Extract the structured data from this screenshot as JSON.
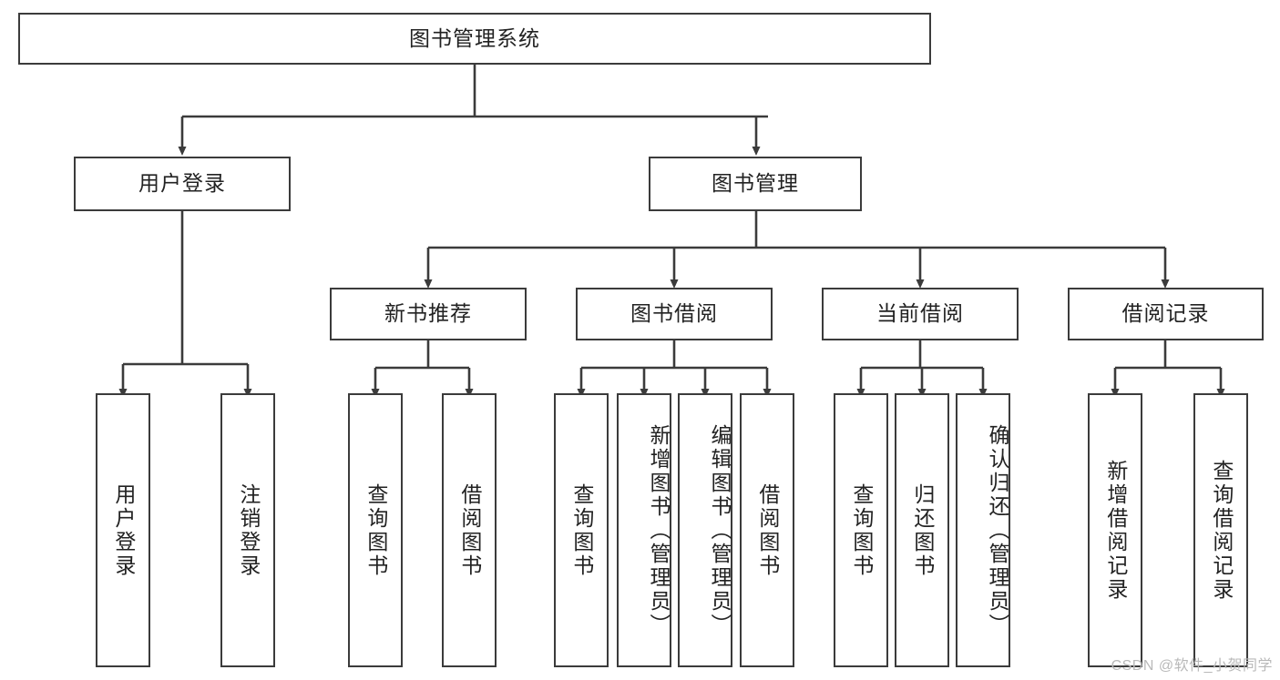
{
  "diagram": {
    "type": "tree-hierarchy-chart",
    "title_node": {
      "label": "图书管理系统"
    },
    "level1": [
      {
        "id": "user-login",
        "label": "用户登录"
      },
      {
        "id": "book-management",
        "label": "图书管理"
      }
    ],
    "level2": [
      {
        "id": "new-book-recommend",
        "label": "新书推荐",
        "parent": "book-management"
      },
      {
        "id": "book-borrow",
        "label": "图书借阅",
        "parent": "book-management"
      },
      {
        "id": "current-borrow",
        "label": "当前借阅",
        "parent": "book-management"
      },
      {
        "id": "borrow-record",
        "label": "借阅记录",
        "parent": "book-management"
      }
    ],
    "leaves": [
      {
        "id": "leaf-user-login",
        "label": "用户登录",
        "parent": "user-login"
      },
      {
        "id": "leaf-logout-login",
        "label": "注销登录",
        "parent": "user-login"
      },
      {
        "id": "leaf-query-book-1",
        "label": "查询图书",
        "parent": "new-book-recommend"
      },
      {
        "id": "leaf-borrow-book-1",
        "label": "借阅图书",
        "parent": "new-book-recommend"
      },
      {
        "id": "leaf-query-book-2",
        "label": "查询图书",
        "parent": "book-borrow"
      },
      {
        "id": "leaf-add-book",
        "label": "新增图书（管理员）",
        "parent": "book-borrow"
      },
      {
        "id": "leaf-edit-book",
        "label": "编辑图书（管理员）",
        "parent": "book-borrow"
      },
      {
        "id": "leaf-borrow-book-2",
        "label": "借阅图书",
        "parent": "book-borrow"
      },
      {
        "id": "leaf-query-book-3",
        "label": "查询图书",
        "parent": "current-borrow"
      },
      {
        "id": "leaf-return-book",
        "label": "归还图书",
        "parent": "current-borrow"
      },
      {
        "id": "leaf-confirm-return",
        "label": "确认归还（管理员）",
        "parent": "current-borrow"
      },
      {
        "id": "leaf-add-record",
        "label": "新增借阅记录",
        "parent": "borrow-record"
      },
      {
        "id": "leaf-query-record",
        "label": "查询借阅记录",
        "parent": "borrow-record"
      }
    ],
    "watermark": "CSDN @软件_小贺同学",
    "colors": {
      "stroke": "#3b3b3b",
      "fill": "#ffffff",
      "text": "#222222",
      "watermark": "#b9b9b9"
    }
  }
}
